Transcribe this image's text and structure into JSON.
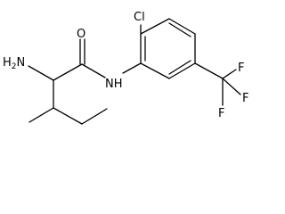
{
  "molecule": {
    "labels": {
      "amine": "H2N",
      "amine_main": "H",
      "amine_sub": "2",
      "amine_n": "N",
      "carbonyl_o": "O",
      "amide_nh": "NH",
      "chloro": "Cl",
      "fluoro_top": "F",
      "fluoro_right": "F",
      "fluoro_bottom": "F"
    },
    "colors": {
      "bond": "#000000",
      "text": "#000000",
      "background": "#ffffff"
    }
  }
}
